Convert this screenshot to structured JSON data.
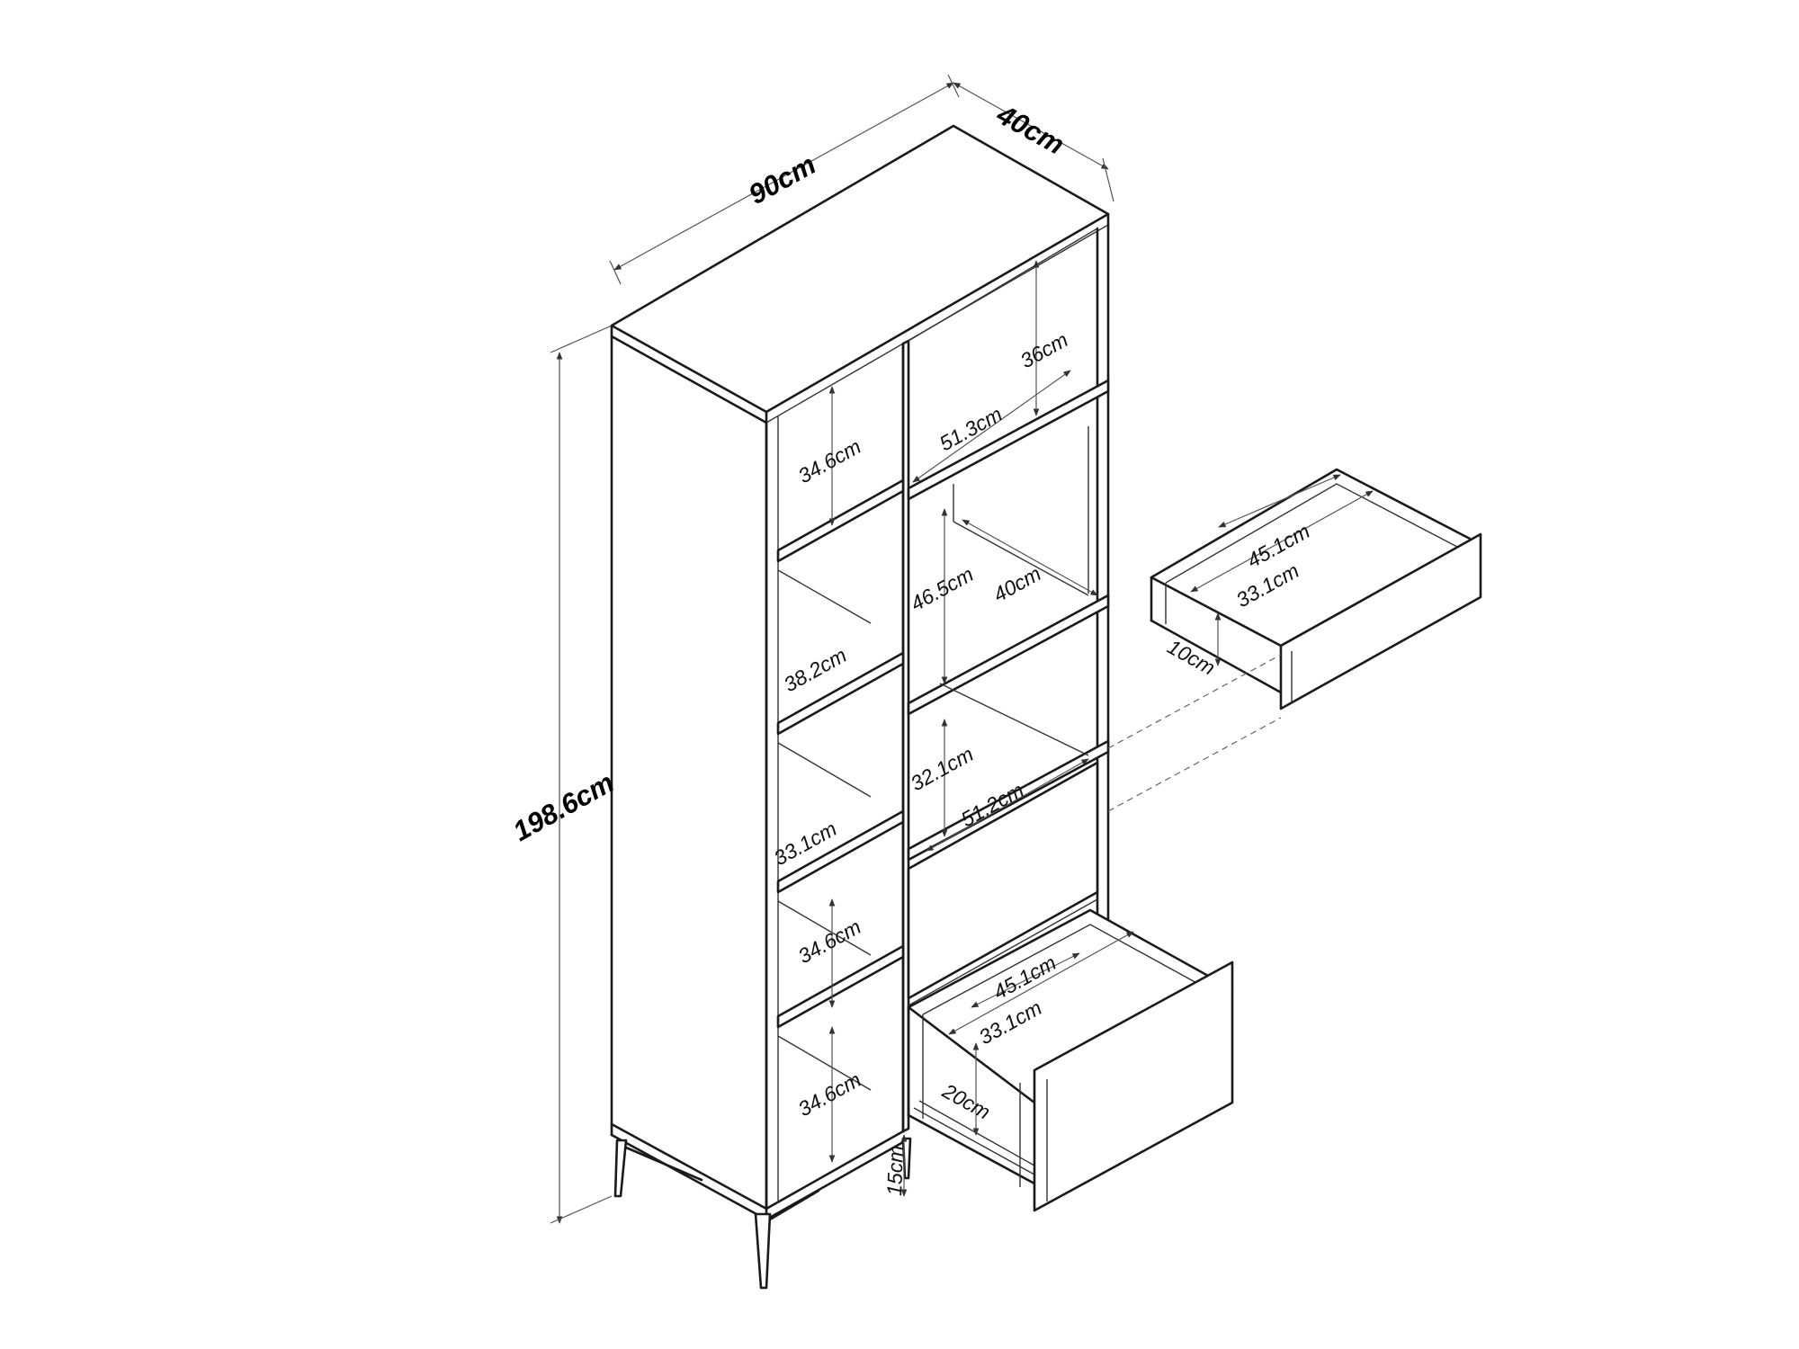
{
  "diagram": {
    "overall": {
      "width": "90cm",
      "depth": "40cm",
      "height": "198.6cm"
    },
    "left_column": {
      "shelf_heights": [
        "34.6cm",
        "38.2cm",
        "33.1cm",
        "34.6cm",
        "34.6cm"
      ]
    },
    "right_column": {
      "top_height": "36cm",
      "top_width": "51.3cm",
      "middle_height": "46.5cm",
      "middle_depth": "40cm",
      "lower_height": "32.1cm",
      "lower_width": "51.2cm",
      "leg_height": "15cm"
    },
    "small_drawer": {
      "width": "45.1cm",
      "depth": "33.1cm",
      "height": "10cm"
    },
    "large_drawer": {
      "width": "45.1cm",
      "depth": "33.1cm",
      "height": "20cm"
    }
  }
}
